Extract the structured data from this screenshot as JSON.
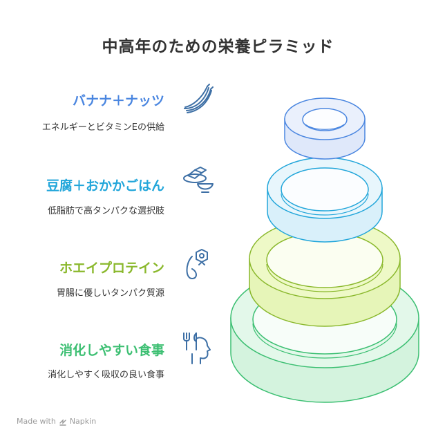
{
  "title": "中高年のための栄養ピラミッド",
  "colors": {
    "blue": "#4a86e0",
    "cyan": "#22a6da",
    "lime": "#8ab82c",
    "green": "#3cbf72",
    "icon": "#3d6fa5"
  },
  "items": [
    {
      "heading": "バナナ＋ナッツ",
      "description": "エネルギーとビタミンEの供給",
      "icon": "banana-icon"
    },
    {
      "heading": "豆腐＋おかかごはん",
      "description": "低脂肪で高タンパクな選択肢",
      "icon": "tofu-rice-bowl-icon"
    },
    {
      "heading": "ホエイプロテイン",
      "description": "胃腸に優しいタンパク質源",
      "icon": "protein-shaker-icon"
    },
    {
      "heading": "消化しやすい食事",
      "description": "消化しやすく吸収の良い食事",
      "icon": "head-utensils-icon"
    }
  ],
  "footer": {
    "made_with": "Made with",
    "brand": "Napkin"
  }
}
